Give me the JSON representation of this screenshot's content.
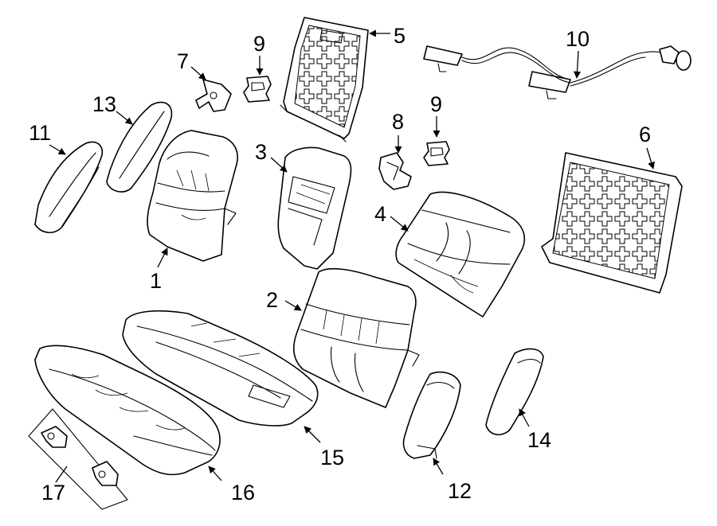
{
  "callouts": {
    "c1": "1",
    "c2": "2",
    "c3": "3",
    "c4": "4",
    "c5": "5",
    "c6": "6",
    "c7": "7",
    "c8": "8",
    "c9a": "9",
    "c9b": "9",
    "c10": "10",
    "c11": "11",
    "c12": "12",
    "c13": "13",
    "c14": "14",
    "c15": "15",
    "c16": "16",
    "c17": "17"
  },
  "colors": {
    "line": "#000000",
    "background": "#ffffff"
  }
}
